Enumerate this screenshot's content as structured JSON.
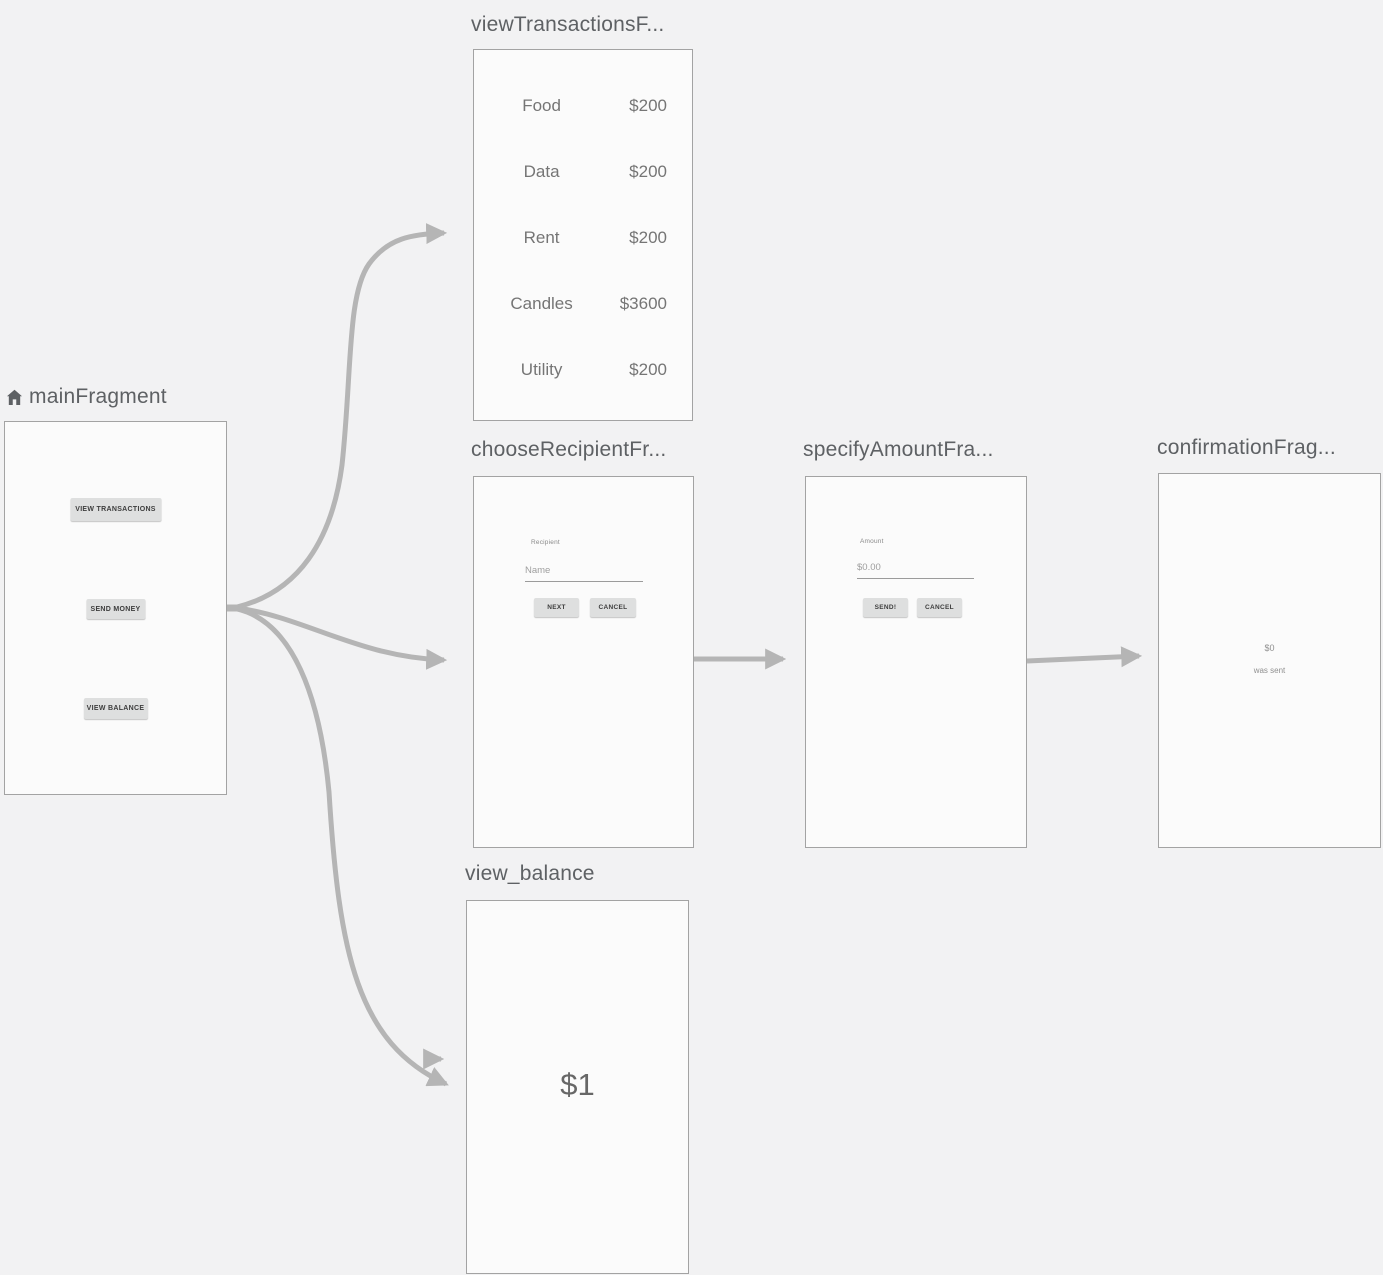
{
  "colors": {
    "canvas_background": "#f2f2f3",
    "card_fill": "#fbfbfb",
    "card_border": "#a3a3a3",
    "arrow": "#b5b5b5",
    "title_text": "#5e6164",
    "preview_text": "#757575",
    "button_fill": "#dedfdf",
    "button_text": "#3d3d3d"
  },
  "fragments": {
    "main": {
      "title": "mainFragment",
      "buttons": {
        "view_transactions": "VIEW TRANSACTIONS",
        "send_money": "SEND MONEY",
        "view_balance": "VIEW BALANCE"
      }
    },
    "view_transactions": {
      "title": "viewTransactionsF...",
      "transactions": [
        {
          "label": "Food",
          "amount": "$200"
        },
        {
          "label": "Data",
          "amount": "$200"
        },
        {
          "label": "Rent",
          "amount": "$200"
        },
        {
          "label": "Candles",
          "amount": "$3600"
        },
        {
          "label": "Utility",
          "amount": "$200"
        }
      ]
    },
    "choose_recipient": {
      "title": "chooseRecipientFr...",
      "field_label": "Recipient",
      "input_placeholder": "Name",
      "next_button": "NEXT",
      "cancel_button": "CANCEL"
    },
    "specify_amount": {
      "title": "specifyAmountFra...",
      "field_label": "Amount",
      "input_placeholder": "$0.00",
      "send_button": "SEND!",
      "cancel_button": "CANCEL"
    },
    "confirmation": {
      "title": "confirmationFrag...",
      "amount": "$0",
      "message": "was sent"
    },
    "view_balance": {
      "title": "view_balance",
      "balance": "$1"
    }
  }
}
